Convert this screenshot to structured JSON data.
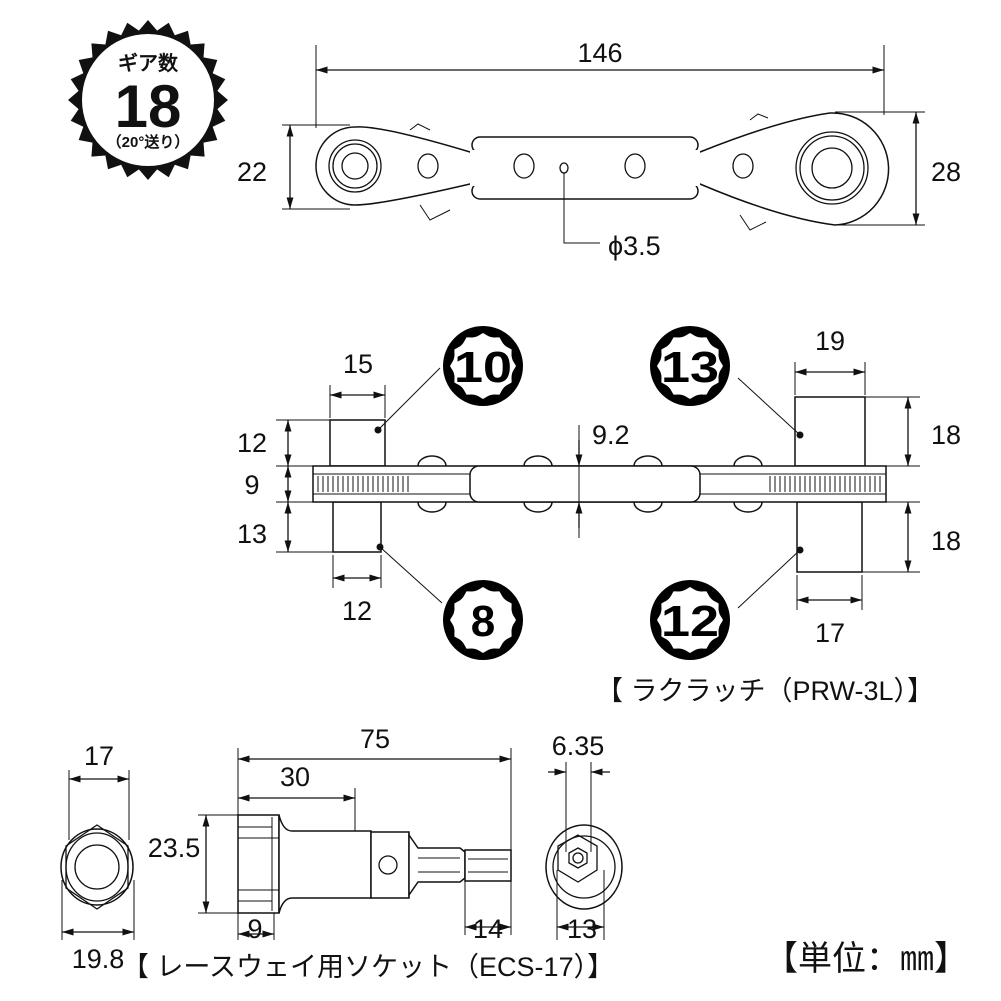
{
  "badge": {
    "label": "ギア数",
    "value": "18",
    "note": "（20°送り）"
  },
  "top_view": {
    "length": "146",
    "left_height": "22",
    "right_height": "28",
    "hole_diameter": "ϕ3.5"
  },
  "side_view": {
    "sizes": {
      "top_left": "10",
      "top_right": "13",
      "bottom_left": "8",
      "bottom_right": "12"
    },
    "dims": {
      "tl_width": "15",
      "tl_height": "12",
      "plate_thickness": "9",
      "bl_height": "13",
      "bl_width": "12",
      "center_thickness": "9.2",
      "tr_width": "19",
      "tr_height": "18",
      "br_height": "18",
      "br_width": "17"
    },
    "caption": "【 ラクラッチ（PRW-3L）】"
  },
  "socket": {
    "dims": {
      "hex_across": "17",
      "outer_dia": "19.8",
      "total_length": "75",
      "socket_length": "30",
      "socket_dia": "23.5",
      "hex_depth": "9",
      "bit_length": "14",
      "shank_hex": "6.35",
      "end_dia": "13"
    },
    "caption": "【 レースウェイ用ソケット（ECS-17）】"
  },
  "unit_label": "【単位：㎜】"
}
